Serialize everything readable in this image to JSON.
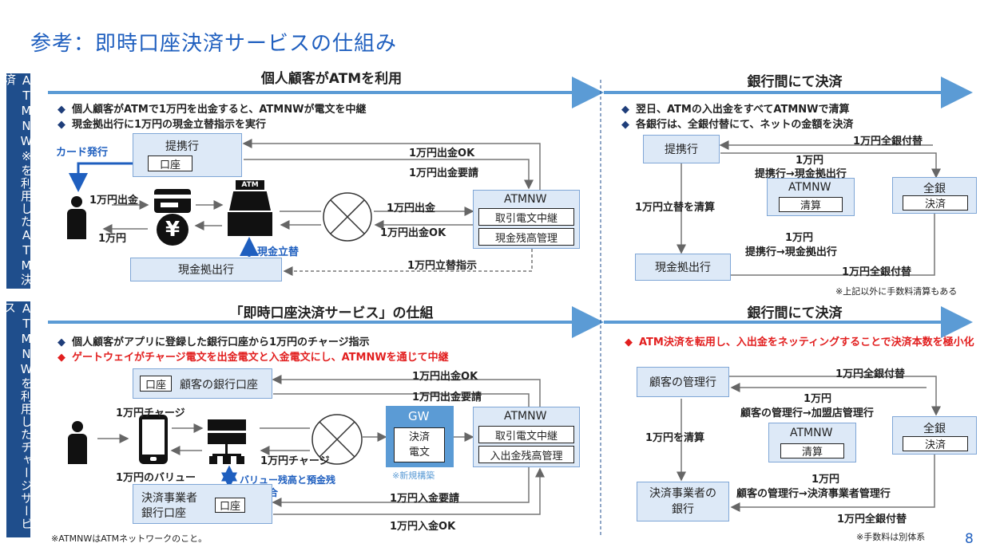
{
  "title": "参考：即時口座決済サービスの仕組み",
  "side": {
    "top": "ATMNW※を利用したATM決済",
    "bottom": "ATMNWを利用したチャージサービス"
  },
  "top_left": {
    "header": "個人顧客がATMを利用",
    "bullets": [
      "個人顧客がATMで1万円を出金すると、ATMNWが電文を中継",
      "現金拠出行に1万円の現金立替指示を実行"
    ],
    "card_issue": "カード発行",
    "partner_bank": "提携行",
    "account": "口座",
    "withdraw_label": "1万円出金",
    "yen_label": "1万円",
    "atm_text": "ATM",
    "cash_advance": "現金立替",
    "cash_bank": "現金拠出行",
    "ok_label": "1万円出金OK",
    "request_label": "1万円出金要請",
    "mid_withdraw": "1万円出金",
    "mid_ok": "1万円出金OK",
    "advance_instr": "1万円立替指示",
    "atmnw": "ATMNW",
    "relay": "取引電文中継",
    "cash_mgmt": "現金残高管理"
  },
  "top_right": {
    "header": "銀行間にて決済",
    "bullets": [
      "翌日、ATMの入出金をすべてATMNWで清算",
      "各銀行は、全銀付替にて、ネットの金額を決済"
    ],
    "partner_bank": "提携行",
    "cash_bank": "現金拠出行",
    "atmnw": "ATMNW",
    "clearing": "清算",
    "zengin": "全銀",
    "settle": "決済",
    "transfer1": "1万円全銀付替",
    "amount1": "1万円",
    "flow1": "提携行→現金拠出行",
    "advance_settle": "1万円立替を清算",
    "amount2": "1万円",
    "flow2": "提携行→現金拠出行",
    "transfer2": "1万円全銀付替",
    "note": "※上記以外に手数料清算もある"
  },
  "bottom_left": {
    "header": "「即時口座決済サービス」の仕組",
    "bullets": [
      "個人顧客がアプリに登録した銀行口座から1万円のチャージ指示",
      "ゲートウェイがチャージ電文を出金電文と入金電文にし、ATMNWを通じて中継"
    ],
    "account": "口座",
    "customer_bank": "顧客の銀行口座",
    "charge": "1万円チャージ",
    "value": "1万円のバリュー",
    "mid_charge": "1万円チャージ",
    "balance_match": "バリュー残高と預金残高の整合",
    "settle_bank1": "決済事業者",
    "settle_bank2": "銀行口座",
    "ok_label": "1万円出金OK",
    "request_label": "1万円出金要請",
    "deposit_request": "1万円入金要請",
    "deposit_ok": "1万円入金OK",
    "gw": "GW",
    "gw_settle": "決済",
    "gw_msg": "電文",
    "new_build": "※新規構築",
    "atmnw": "ATMNW",
    "relay": "取引電文中継",
    "inout_mgmt": "入出金残高管理"
  },
  "bottom_right": {
    "header": "銀行間にて決済",
    "bullet": "ATM決済を転用し、入出金をネッティングすることで決済本数を極小化",
    "customer_bank": "顧客の管理行",
    "settle_bank1": "決済事業者の",
    "settle_bank2": "銀行",
    "atmnw": "ATMNW",
    "clearing": "清算",
    "zengin": "全銀",
    "settle": "決済",
    "transfer1": "1万円全銀付替",
    "amount1": "1万円",
    "flow1": "顧客の管理行→加盟店管理行",
    "settle_label": "1万円を清算",
    "amount2": "1万円",
    "flow2": "顧客の管理行→決済事業者管理行",
    "transfer2": "1万円全銀付替",
    "note": "※手数料は別体系"
  },
  "footnote": "※ATMNWはATMネットワークのこと。",
  "page_number": "8",
  "colors": {
    "accent": "#1f5fbf",
    "side_bar": "#1f4e8c",
    "arrow": "#5b9bd5",
    "red": "#e21f1f"
  }
}
